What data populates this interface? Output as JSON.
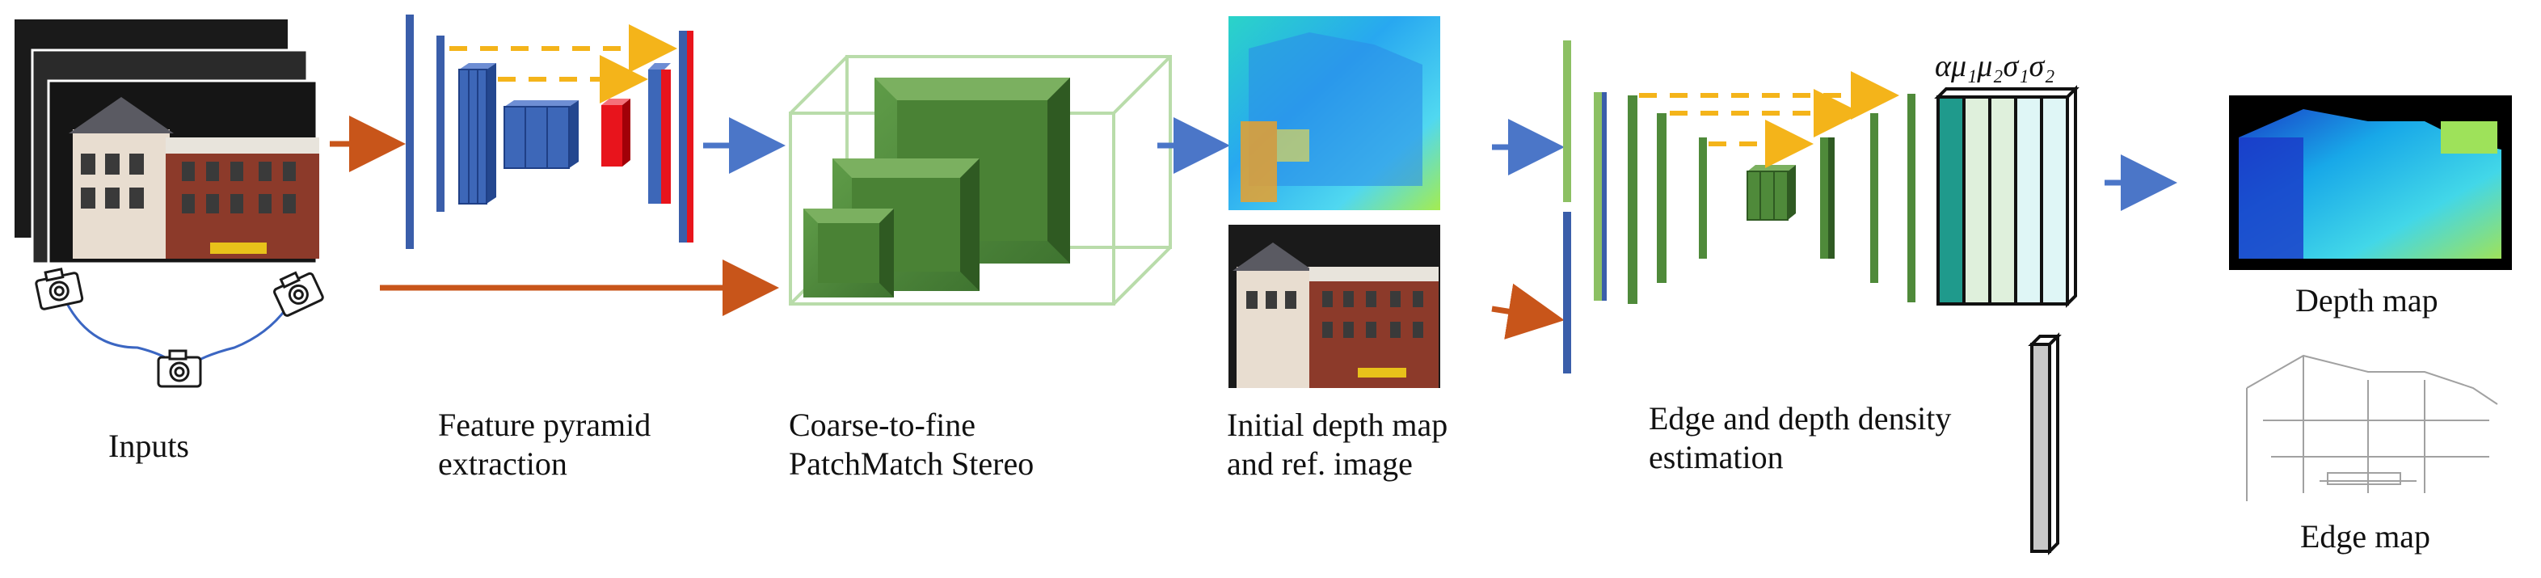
{
  "labels": {
    "inputs": "Inputs",
    "feature": "Feature pyramid\nextraction",
    "patchmatch": "Coarse-to-fine\nPatchMatch Stereo",
    "initial": "Initial depth map\nand ref. image",
    "edge_depth": "Edge and depth density\nestimation",
    "params": "αμ₁μ₂σ₁σ₂",
    "depth_map": "Depth map",
    "edge_map": "Edge map"
  },
  "colors": {
    "blue": "#3d67b8",
    "blue_dark": "#1f3f86",
    "red": "#e8141c",
    "green": "#4f8a3a",
    "green_light": "#8cc063",
    "arrow_orange": "#c8551a",
    "arrow_blue": "#4b76c8",
    "skip_yellow": "#f4b41a",
    "teal": "#1f9a8c",
    "mint": "#dff0dc",
    "pale_cyan": "#dff6f6",
    "gray_bar": "#c8c8c8"
  }
}
